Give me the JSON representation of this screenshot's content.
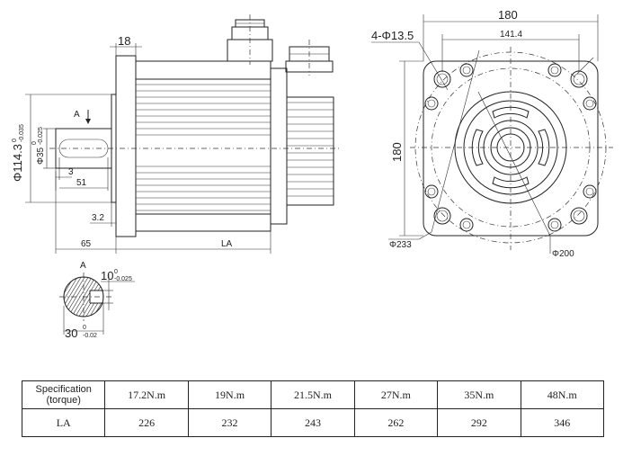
{
  "drawing": {
    "side_view": {
      "flange_thickness": "18",
      "shaft_diameter_label": "Φ35",
      "shaft_tol_upper": "0",
      "shaft_tol_lower": "-0.025",
      "spigot_diameter_label": "Φ114.3",
      "spigot_tol_upper": "0",
      "spigot_tol_lower": "-0.035",
      "section_marker": "A",
      "key_offset": "3",
      "key_length": "51",
      "spigot_depth": "3.2",
      "shaft_length": "65",
      "body_length": "LA"
    },
    "front_view": {
      "flange_width": "180",
      "bolt_circle_side": "141.4",
      "flange_height": "180",
      "holes_label": "4-Φ13.5",
      "outer_circle_label": "Φ233",
      "bolt_circle_label": "Φ200"
    },
    "section_view": {
      "label": "A",
      "key_width": "10",
      "key_width_tol_upper": "0",
      "key_width_tol_lower": "-0.025",
      "key_depth": "30",
      "key_depth_tol_upper": "0",
      "key_depth_tol_lower": "-0.02"
    }
  },
  "spec_table": {
    "header_line1": "Specification",
    "header_line2": "(torque)",
    "row_label": "LA",
    "torques": [
      "17.2N.m",
      "19N.m",
      "21.5N.m",
      "27N.m",
      "35N.m",
      "48N.m"
    ],
    "la_values": [
      "226",
      "232",
      "243",
      "262",
      "292",
      "346"
    ]
  }
}
